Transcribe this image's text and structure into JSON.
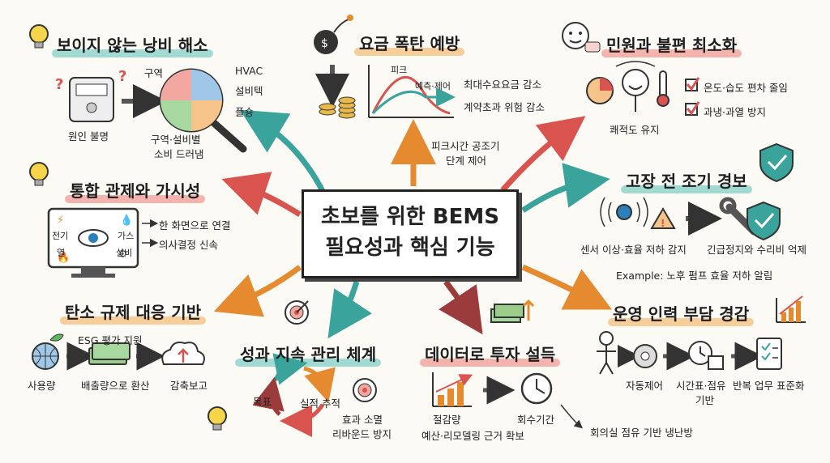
{
  "center": {
    "line1": "초보를 위한 BEMS",
    "line2": "필요성과 핵심 기능"
  },
  "sections": {
    "waste": {
      "title": "보이지 않는 낭비 해소",
      "labels": {
        "zone": "구역",
        "hvac": "HVAC",
        "equipment": "설비텍",
        "plug": "플숑",
        "cause": "원인 불명",
        "drilldown_1": "구역·설비별",
        "drilldown_2": "소비 드러냄"
      }
    },
    "bill": {
      "title": "요금 폭탄 예방",
      "labels": {
        "peak": "피크",
        "predict": "예측·제어",
        "max_demand": "최대수요요금 감소",
        "contract": "계약초과 위험 감소",
        "peak_control_1": "피크시간 공조기",
        "peak_control_2": "단계 제어"
      }
    },
    "complaint": {
      "title": "민원과 불편 최소화",
      "labels": {
        "temp": "온도·습도 편차 줄임",
        "overcool": "과냉·과열 방지",
        "comfort": "쾌적도 유지"
      }
    },
    "integrated": {
      "title": "통합 관제와 가시성",
      "labels": {
        "power": "전기",
        "gas": "가스",
        "heat": "열",
        "equip": "설비",
        "one_screen": "한 화면으로 연결",
        "decision": "의사결정 신속"
      }
    },
    "fault": {
      "title": "고장 전 조기 경보",
      "labels": {
        "sensor": "센서 이상·효율 저하 감지",
        "stop": "긴급정지와 수리비 억제",
        "example": "Example: 노후 펌프 효율 저하 알림"
      }
    },
    "carbon": {
      "title": "탄소 규제 대응 기반",
      "labels": {
        "esg": "ESG 평가 지원",
        "usage": "사용량",
        "convert": "배출량으로 환산",
        "report": "감축보고"
      }
    },
    "performance": {
      "title": "성과 지속 관리 체계",
      "labels": {
        "goal": "목표",
        "track": "실적 추적",
        "effect_1": "효과 소멸",
        "effect_2": "리바운드 방지"
      }
    },
    "invest": {
      "title": "데이터로 투자 설득",
      "labels": {
        "saving": "절감량",
        "payback": "회수기간",
        "budget": "예산·리모델링 근거 확보",
        "meeting": "회의실 점유 기반 냉난방"
      }
    },
    "ops": {
      "title": "운영 인력 부담 경감",
      "labels": {
        "auto": "자동제어",
        "schedule_1": "시간표·점유",
        "schedule_2": "기반",
        "standard": "반복 업무 표준화"
      }
    }
  },
  "colors": {
    "teal": "#3aa39c",
    "red": "#d9534f",
    "orange": "#e58a2e",
    "maroon": "#9b3b3b",
    "highlight_teal": "#8fd3cc",
    "highlight_red": "#f2a7a0",
    "highlight_orange": "#f6c48a"
  }
}
